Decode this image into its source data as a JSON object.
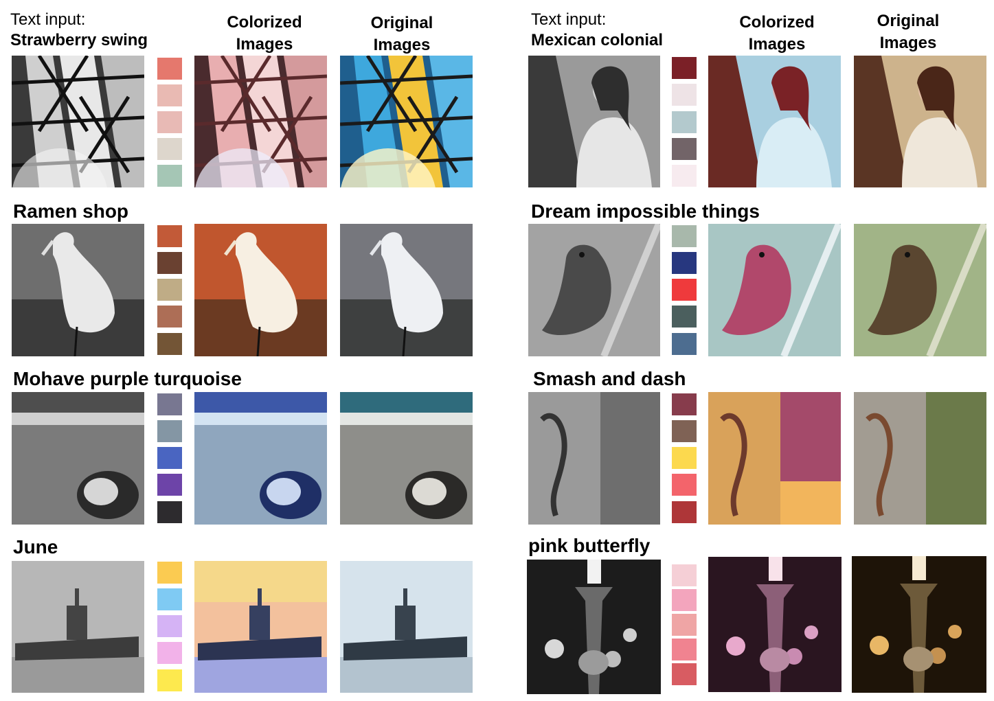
{
  "left": {
    "text_input_label": "Text input:",
    "headers": {
      "colorized": "Colorized\nImages",
      "original": "Original\nImages"
    },
    "rows": [
      {
        "prompt": "Strawberry swing",
        "palette": [
          "#e5786d",
          "#e9bab3",
          "#e8bab5",
          "#ddd6cc",
          "#a5c6b5"
        ]
      },
      {
        "prompt": "Ramen shop",
        "palette": [
          "#c25a38",
          "#6a4131",
          "#bfac86",
          "#ad6e56",
          "#735536"
        ]
      },
      {
        "prompt": "Mohave purple turquoise",
        "palette": [
          "#787791",
          "#8496a4",
          "#4a65c1",
          "#6d44a8",
          "#2d2b2e"
        ]
      },
      {
        "prompt": "June",
        "palette": [
          "#fbcb51",
          "#7fcaf3",
          "#d5b3f5",
          "#f2b2e9",
          "#fde94e"
        ]
      }
    ]
  },
  "right": {
    "text_input_label": "Text input:",
    "headers": {
      "colorized": "Colorized\nImages",
      "original": "Original\nImages"
    },
    "rows": [
      {
        "prompt": "Mexican colonial",
        "palette": [
          "#7b2027",
          "#eee3e6",
          "#b3c9cd",
          "#726468",
          "#f7ebef"
        ]
      },
      {
        "prompt": "Dream impossible things",
        "palette": [
          "#a8b8ab",
          "#27377f",
          "#ef3a3c",
          "#4b5f5e",
          "#4d6d90"
        ]
      },
      {
        "prompt": "Smash and dash",
        "palette": [
          "#873c4c",
          "#7f6255",
          "#fcd94e",
          "#f3646b",
          "#ae3638"
        ]
      },
      {
        "prompt": "pink butterfly",
        "palette": [
          "#f5cfd6",
          "#f3a5bd",
          "#efa5a5",
          "#f08390",
          "#d85c62"
        ]
      }
    ]
  }
}
